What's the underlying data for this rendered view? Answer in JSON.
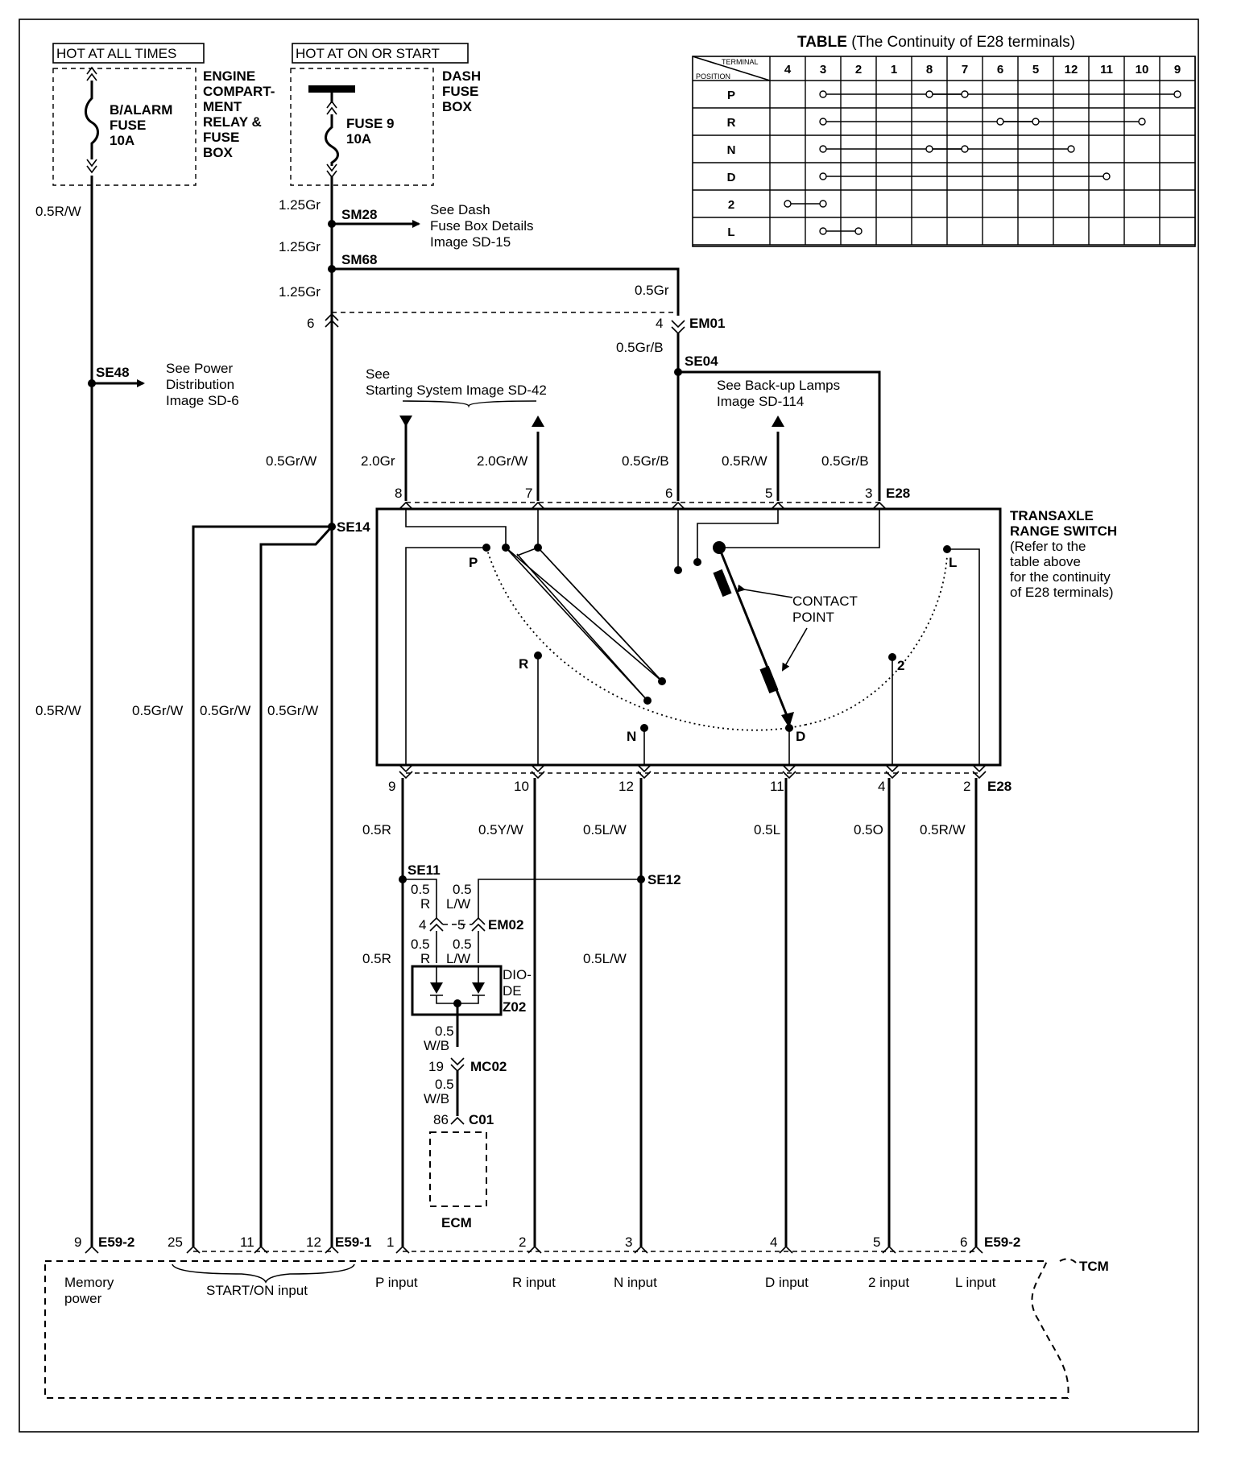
{
  "power": {
    "hot_all_times": "HOT AT ALL TIMES",
    "hot_on_start": "HOT AT ON OR START",
    "fuse_alarm_l1": "B/ALARM",
    "fuse_alarm_l2": "FUSE",
    "fuse_alarm_l3": "10A",
    "engine_box_l1": "ENGINE",
    "engine_box_l2": "COMPART-",
    "engine_box_l3": "MENT",
    "engine_box_l4": "RELAY &",
    "engine_box_l5": "FUSE",
    "engine_box_l6": "BOX",
    "fuse9_l1": "FUSE 9",
    "fuse9_l2": "10A",
    "dash_box_l1": "DASH",
    "dash_box_l2": "FUSE",
    "dash_box_l3": "BOX"
  },
  "wires": {
    "r_w": "0.5R/W",
    "gr_125": "1.25Gr",
    "gr_05": "0.5Gr",
    "gr_b": "0.5Gr/B",
    "gr_w": "0.5Gr/W",
    "gr_20": "2.0Gr",
    "gr_w_20": "2.0Gr/W",
    "r_w_05": "0.5R/W",
    "gr_b_05": "0.5Gr/B",
    "r_05": "0.5R",
    "y_w": "0.5Y/W",
    "l_w": "0.5L/W",
    "l_05": "0.5L",
    "o_05": "0.5O",
    "r_w_low": "0.5R/W",
    "half": "0.5",
    "r": "R",
    "lw": "L/W",
    "wb": "W/B"
  },
  "splices": {
    "sm28": "SM28",
    "sm68": "SM68",
    "em01": "EM01",
    "se04": "SE04",
    "se48": "SE48",
    "se14": "SE14",
    "e28": "E28",
    "se11": "SE11",
    "se12": "SE12",
    "em02": "EM02",
    "mc02": "MC02",
    "c01": "C01",
    "e59_2": "E59-2",
    "e59_1": "E59-1",
    "e59_2b": "E59-2"
  },
  "pins": {
    "p6": "6",
    "p4": "4",
    "e8": "8",
    "e7": "7",
    "e6": "6",
    "e5": "5",
    "e3": "3",
    "b9": "9",
    "b10": "10",
    "b12": "12",
    "b11": "11",
    "b4": "4",
    "b2": "2",
    "em4": "4",
    "em5": "5",
    "mc19": "19",
    "c86": "86",
    "t9": "9",
    "t25": "25",
    "t11": "11",
    "t12": "12",
    "t1": "1",
    "t2": "2",
    "t3": "3",
    "t4": "4",
    "t5": "5",
    "t6": "6"
  },
  "refs": {
    "dash_l1": "See Dash",
    "dash_l2": "Fuse Box Details",
    "dash_l3": "Image SD-15",
    "power_l1": "See Power",
    "power_l2": "Distribution",
    "power_l3": "Image SD-6",
    "start_l1": "See",
    "start_l2": "Starting System  Image  SD-42",
    "backup_l1": "See Back-up Lamps",
    "backup_l2": "Image  SD-114"
  },
  "switch": {
    "title_l1": "TRANSAXLE",
    "title_l2": "RANGE SWITCH",
    "note_l1": "(Refer to the",
    "note_l2": "table above",
    "note_l3": "for the continuity",
    "note_l4": "of E28 terminals)",
    "contact_l1": "CONTACT",
    "contact_l2": "POINT",
    "pos_p": "P",
    "pos_r": "R",
    "pos_n": "N",
    "pos_d": "D",
    "pos_2": "2",
    "pos_l": "L"
  },
  "diode": {
    "l1": "DIO-",
    "l2": "DE",
    "l3": "Z02"
  },
  "ecm": "ECM",
  "tcm": {
    "name": "TCM",
    "memory_l1": "Memory",
    "memory_l2": "power",
    "start_on": "START/ON input",
    "p_input": "P input",
    "r_input": "R input",
    "n_input": "N input",
    "d_input": "D input",
    "two_input": "2 input",
    "l_input": "L input"
  },
  "table": {
    "title_bold": "TABLE",
    "title_rest": " (The Continuity of E28 terminals)",
    "corner_top": "TERMINAL",
    "corner_bottom": "POSITION",
    "columns": [
      "4",
      "3",
      "2",
      "1",
      "8",
      "7",
      "6",
      "5",
      "12",
      "11",
      "10",
      "9"
    ],
    "rows": [
      {
        "position": "P",
        "segments": [
          [
            "3",
            "9"
          ],
          [
            "8",
            "7"
          ]
        ]
      },
      {
        "position": "R",
        "segments": [
          [
            "3",
            "10"
          ],
          [
            "6",
            "5"
          ]
        ]
      },
      {
        "position": "N",
        "segments": [
          [
            "3",
            "12"
          ],
          [
            "8",
            "7"
          ]
        ]
      },
      {
        "position": "D",
        "segments": [
          [
            "3",
            "11"
          ]
        ]
      },
      {
        "position": "2",
        "segments": [
          [
            "4",
            "3"
          ]
        ]
      },
      {
        "position": "L",
        "segments": [
          [
            "3",
            "2"
          ]
        ]
      }
    ]
  }
}
